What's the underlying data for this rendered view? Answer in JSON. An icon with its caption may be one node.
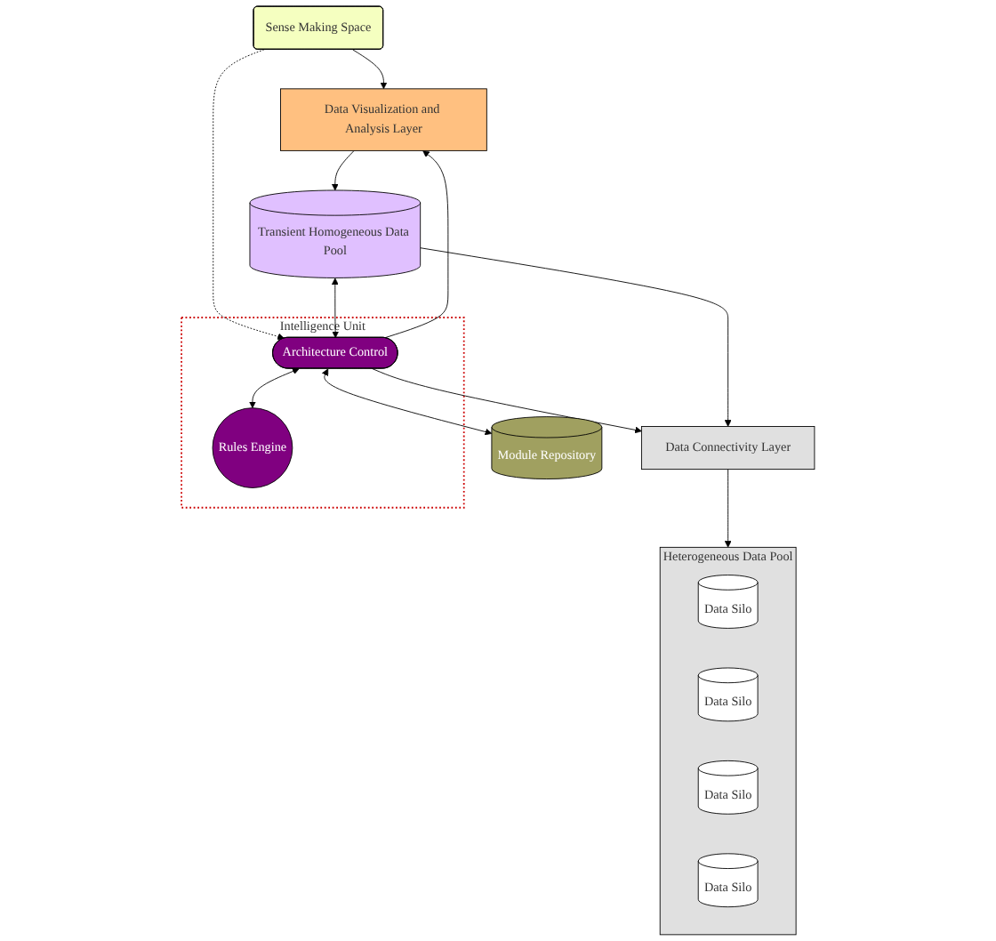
{
  "diagram": {
    "nodes": [
      {
        "text": [
          "Sense Making Space"
        ]
      },
      {
        "text": [
          "Data Visualization and Analysis Layer"
        ]
      },
      {
        "text": [
          "Transient Homogeneous Data Pool"
        ]
      },
      {
        "text": [
          "Intelligence Unit"
        ]
      },
      {
        "text": [
          "Architecture Control"
        ],
        "in": 3
      },
      {
        "text": [
          "Rules Engine"
        ],
        "in": 3
      },
      {
        "text": [
          "Module Repository"
        ]
      },
      {
        "text": [
          "Data Connectivity Layer"
        ]
      },
      {
        "text": [
          "Heterogeneous Data Pool"
        ]
      },
      {
        "text": [
          "Data Silo"
        ],
        "in": 8
      },
      {
        "text": [
          "Data Silo"
        ],
        "in": 8
      },
      {
        "text": [
          "Data Silo"
        ],
        "in": 8
      },
      {
        "text": [
          "Data Silo"
        ],
        "in": 8
      }
    ],
    "edges": [
      {
        "from": 0,
        "to": 1,
        "arrow": "to"
      },
      {
        "from": 0,
        "to": 4,
        "arrow": "to",
        "style": "dashed"
      },
      {
        "from": 1,
        "to": 2,
        "arrow": "to"
      },
      {
        "from": 4,
        "to": 1,
        "arrow": "to"
      },
      {
        "from": 2,
        "to": 4,
        "arrow": "both"
      },
      {
        "from": 4,
        "to": 5,
        "arrow": "both"
      },
      {
        "from": 4,
        "to": 6,
        "arrow": "both"
      },
      {
        "from": 2,
        "to": 7,
        "arrow": "to"
      },
      {
        "from": 4,
        "to": 7,
        "arrow": "to"
      },
      {
        "from": 7,
        "to": 8,
        "arrow": "to"
      }
    ]
  }
}
